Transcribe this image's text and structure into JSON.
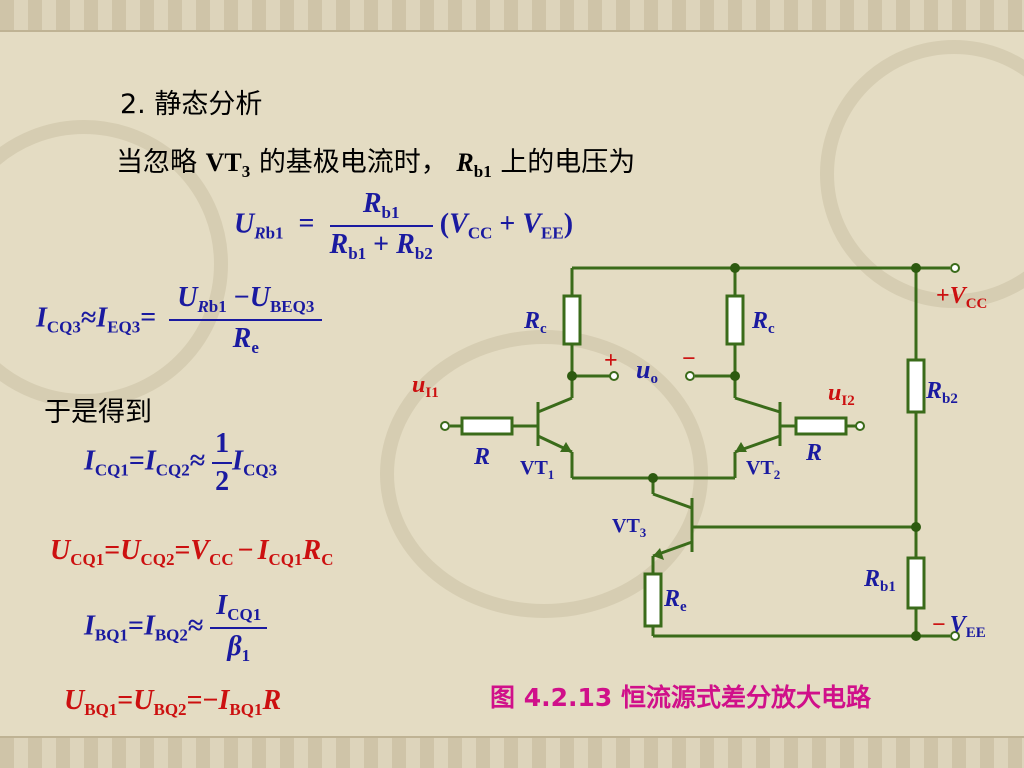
{
  "heading": "2.  静态分析",
  "intro": {
    "prefix": "当忽略",
    "vt3": "VT",
    "vt3_sub": "3",
    "middle": "的基极电流时，",
    "r": "R",
    "r_sub": "b1",
    "suffix": "上的电压为"
  },
  "hence": "于是得到",
  "eq1": {
    "U": "U",
    "R": "R",
    "sub_b1": "b1",
    "eqsign": "=",
    "num_R": "R",
    "num_sub": "b1",
    "den_R1": "R",
    "den_sub1": "b1",
    "plus": "+",
    "den_R2": "R",
    "den_sub2": "b2",
    "paren_open": "(",
    "Vcc": "V",
    "cc_sub": "CC",
    "plus2": "+",
    "Vee": "V",
    "ee_sub": "EE",
    "paren_close": ")"
  },
  "eq2": {
    "I1": "I",
    "sub1": "CQ3",
    "approx": "≈",
    "I2": "I",
    "sub2": "EQ3",
    "eqsign": "=",
    "num_U1": "U",
    "num_R": "R",
    "num_rsub": "b1",
    "minus": "−",
    "num_U2": "U",
    "num_sub2": "BEQ3",
    "den_R": "R",
    "den_sub": "e"
  },
  "eq3": {
    "I1": "I",
    "sub1": "CQ1",
    "eqsign": "=",
    "I2": "I",
    "sub2": "CQ2",
    "approx": "≈",
    "frac_num": "1",
    "frac_den": "2",
    "I3": "I",
    "sub3": "CQ3"
  },
  "eq4": {
    "U1": "U",
    "sub1": "CQ1",
    "eq1": "=",
    "U2": "U",
    "sub2": "CQ2",
    "eq2": "=",
    "V": "V",
    "vsub": "CC",
    "minus": "−",
    "I": "I",
    "isub": "CQ1",
    "R": "R",
    "rsub": "C"
  },
  "eq5": {
    "I1": "I",
    "sub1": "BQ1",
    "eqsign": "=",
    "I2": "I",
    "sub2": "BQ2",
    "approx": "≈",
    "num_I": "I",
    "num_sub": "CQ1",
    "den_beta": "β",
    "den_sub": "1"
  },
  "eq6": {
    "U1": "U",
    "sub1": "BQ1",
    "eq1": "=",
    "U2": "U",
    "sub2": "BQ2",
    "eq2": "=",
    "neg": "−",
    "I": "I",
    "isub": "BQ1",
    "R": "R"
  },
  "circuit": {
    "vcc_sign": "+",
    "vcc_V": "V",
    "vcc_sub": "CC",
    "vee_sign": "−",
    "vee_V": "V",
    "vee_sub": "EE",
    "rc_left": "R",
    "rc_left_sub": "c",
    "rc_right": "R",
    "rc_right_sub": "c",
    "rb2": "R",
    "rb2_sub": "b2",
    "rb1": "R",
    "rb1_sub": "b1",
    "re": "R",
    "re_sub": "e",
    "plus": "+",
    "uo": "u",
    "uo_sub": "o",
    "minus": "−",
    "ui1": "u",
    "ui1_sub": "I1",
    "ui2": "u",
    "ui2_sub": "I2",
    "r_left": "R",
    "r_right": "R",
    "vt1": "VT",
    "vt1_sub": "1",
    "vt2": "VT",
    "vt2_sub": "2",
    "vt3": "VT",
    "vt3_sub": "3"
  },
  "caption": "图 4.2.13    恒流源式差分放大电路",
  "colors": {
    "blue": "#1a1aa0",
    "red": "#cc1010",
    "wire": "#3a6b1a",
    "node": "#2d5a10",
    "background": "#e4dcc3"
  }
}
